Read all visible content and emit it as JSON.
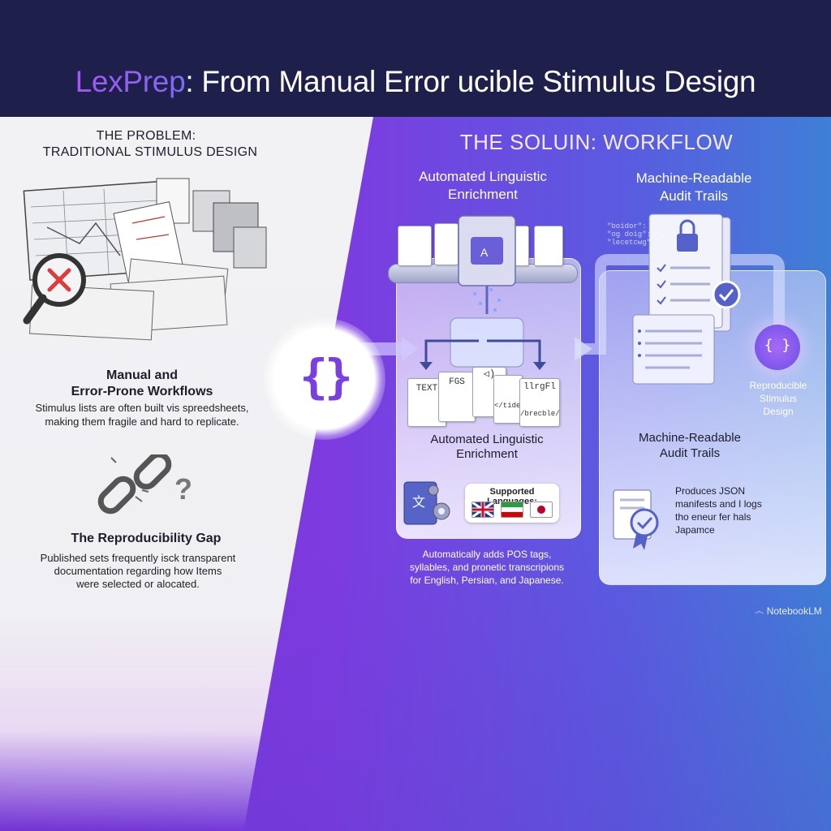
{
  "title": {
    "brand": "LexPrep",
    "rest": ": From Manual Error ucible Stimulus Design"
  },
  "problem": {
    "heading_line1": "THE PROBLEM:",
    "heading_line2": "TRADITIONAL STIMULUS DESIGN",
    "section1_title_line1": "Manual and",
    "section1_title_line2": "Error-Prone Workflows",
    "section1_body_line1": "Stimulus lists are often built vis spreedsheets,",
    "section1_body_line2": "making them fragile and hard to replicate.",
    "section2_title": "The Reproducibility Gap",
    "section2_body_line1": "Published sets frequently isck transparent",
    "section2_body_line2": "documentation regarding how Items",
    "section2_body_line3": "were selected or alocated."
  },
  "solution": {
    "heading": "THE SOLUIN: WORKFLOW",
    "col1_title_line1": "Automated Linguistic",
    "col1_title_line2": "Enrichment",
    "col2_title_line1": "Machine-Readable",
    "col2_title_line2": "Audit Trails",
    "docs": [
      "TEXT",
      "FGS",
      "llrgFl",
      "</tide>",
      "/brecble/"
    ],
    "card1_title_line1": "Automated Linguistic",
    "card1_title_line2": "Enrichment",
    "languages_label": "Supported Languages:",
    "card1_body_line1": "Automatically adds POS tags,",
    "card1_body_line2": "syllables, and pronetic transcripions",
    "card1_body_line3": "for English, Persian, and Japanese.",
    "card2_title_line1": "Machine-Readable",
    "card2_title_line2": "Audit Trails",
    "card2_body_line1": "Produces JSON",
    "card2_body_line2": "manifests and I logs",
    "card2_body_line3": "tho eneur fer hals",
    "card2_body_line4": "Japamce",
    "badge_line1": "Reproducible",
    "badge_line2": "Stimulus",
    "badge_line3": "Design",
    "code_snippet": "\"boidor\": \"\n\"og doig\": \",\n\"lecetcwg\""
  },
  "watermark": "NotebookLM",
  "colors": {
    "header": "#1e1f4b",
    "accent": "#7a3fe0",
    "gradient_end": "#3f7fd6"
  }
}
